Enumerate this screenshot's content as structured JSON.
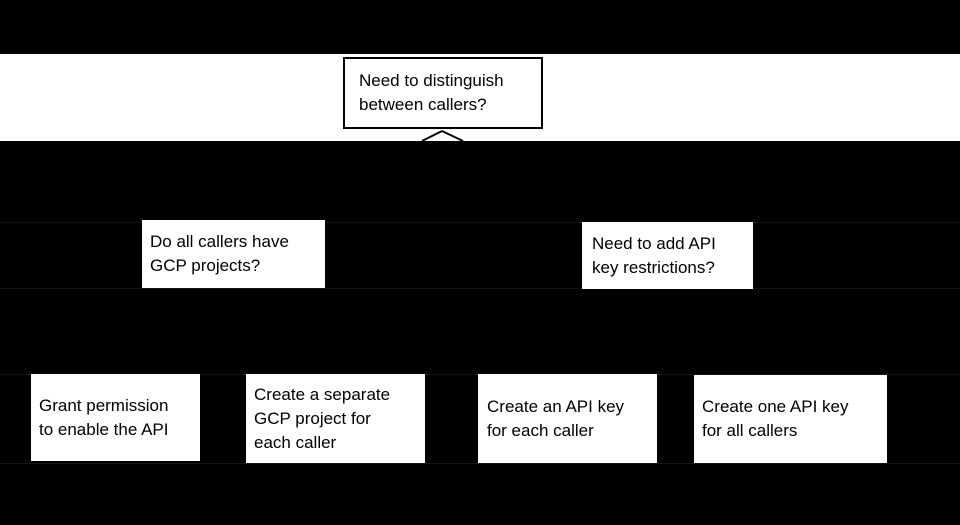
{
  "diagram": {
    "type": "flowchart",
    "colors": {
      "background": "#000000",
      "band": "#ffffff",
      "node_fill": "#ffffff",
      "node_border": "#000000",
      "text": "#000000",
      "band_edge_hairline": "#141414"
    },
    "nodes": {
      "root": {
        "label": "Need to distinguish\nbetween callers?"
      },
      "gcp_question": {
        "label": "Do all callers have\nGCP projects?"
      },
      "restrictions_question": {
        "label": "Need to add API\nkey restrictions?"
      },
      "grant_permission": {
        "label": "Grant permission\nto enable the API"
      },
      "separate_project": {
        "label": "Create a separate\nGCP project for\neach caller"
      },
      "key_each_caller": {
        "label": "Create an API key\nfor each caller"
      },
      "key_all_callers": {
        "label": "Create one API key\nfor all callers"
      }
    },
    "connectors": {
      "root_branch": "inverted-v from bottom of root node"
    }
  }
}
